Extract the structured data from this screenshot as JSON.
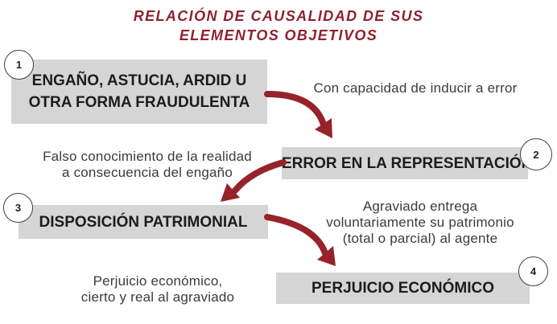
{
  "title": {
    "lines": [
      "RELACIÓN DE CAUSALIDAD DE SUS",
      "ELEMENTOS OBJETIVOS"
    ]
  },
  "colors": {
    "title": "#8e2230",
    "arrow": "#96232a",
    "box_bg": "#d5d5d5",
    "box_text": "#1c1c1c",
    "note_text": "#3b3b3b",
    "badge_border": "#3f3f3f",
    "badge_bg": "#ffffff",
    "page_bg": "#ffffff"
  },
  "stages": [
    {
      "number": "1",
      "lines": [
        "ENGAÑO, ASTUCIA, ARDID U",
        "OTRA FORMA FRAUDULENTA"
      ]
    },
    {
      "number": "2",
      "lines": [
        "ERROR EN LA REPRESENTACIÓN"
      ]
    },
    {
      "number": "3",
      "lines": [
        "DISPOSICIÓN PATRIMONIAL"
      ]
    },
    {
      "number": "4",
      "lines": [
        "PERJUICIO ECONÓMICO"
      ]
    }
  ],
  "notes": [
    {
      "lines": [
        "Con capacidad de inducir a error"
      ]
    },
    {
      "lines": [
        "Falso conocimiento de la realidad",
        "a consecuencia del engaño"
      ]
    },
    {
      "lines": [
        "Agraviado entrega",
        "voluntariamente su patrimonio",
        "(total o parcial) al agente"
      ]
    },
    {
      "lines": [
        "Perjuicio económico,",
        "cierto y real al agraviado"
      ]
    }
  ]
}
